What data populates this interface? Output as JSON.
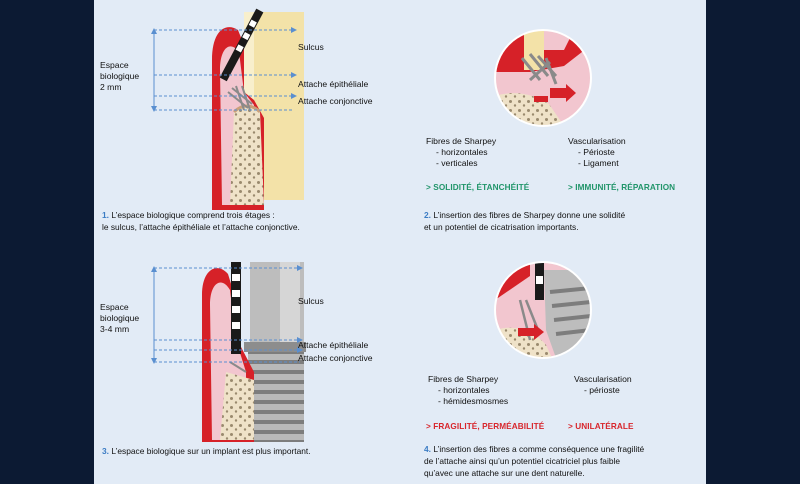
{
  "panel1": {
    "space_label": [
      "Espace",
      "biologique",
      "2 mm"
    ],
    "sulcus": "Sulcus",
    "attache_epi": "Attache épithéliale",
    "attache_conj": "Attache conjonctive",
    "caption_num": "1.",
    "caption": [
      "L’espace biologique comprend trois étages :",
      "le sulcus, l’attache épithéliale et l’attache conjonctive."
    ]
  },
  "panel2": {
    "fibres_title": "Fibres de Sharpey",
    "fibres_items": [
      "- horizontales",
      "- verticales"
    ],
    "vasc_title": "Vascularisation",
    "vasc_items": [
      "- Périoste",
      "- Ligament"
    ],
    "result_left": "> SOLIDITÉ, ÉTANCHÉITÉ",
    "result_right": "> IMMUNITÉ, RÉPARATION",
    "caption_num": "2.",
    "caption": [
      "L’insertion des fibres de Sharpey donne une solidité",
      "et un potentiel de cicatrisation importants."
    ]
  },
  "panel3": {
    "space_label": [
      "Espace",
      "biologique",
      "3-4 mm"
    ],
    "sulcus": "Sulcus",
    "attache_epi": "Attache épithéliale",
    "attache_conj": "Attache conjonctive",
    "caption_num": "3.",
    "caption": [
      "L’espace biologique sur un implant est plus important."
    ]
  },
  "panel4": {
    "fibres_title": "Fibres de Sharpey",
    "fibres_items": [
      "- horizontales",
      "- hémidesmosmes"
    ],
    "vasc_title": "Vascularisation",
    "vasc_items": [
      "- périoste"
    ],
    "result_left": "> FRAGILITÉ, PERMÉABILITÉ",
    "result_right": "> UNILATÉRALE",
    "caption_num": "4.",
    "caption": [
      "L’insertion des fibres a comme conséquence une fragilité",
      "de l’attache ainsi qu’un potentiel cicatriciel plus faible",
      "qu’avec une attache sur une dent naturelle."
    ]
  },
  "colors": {
    "gum": "#d62128",
    "gum_light": "#f2c6cf",
    "bone": "#efe2c8",
    "tooth": "#f3e2a8",
    "guide": "#5a8fd0",
    "green": "#21956a",
    "red": "#d8262c",
    "caption_number": "#3b7cc4"
  }
}
